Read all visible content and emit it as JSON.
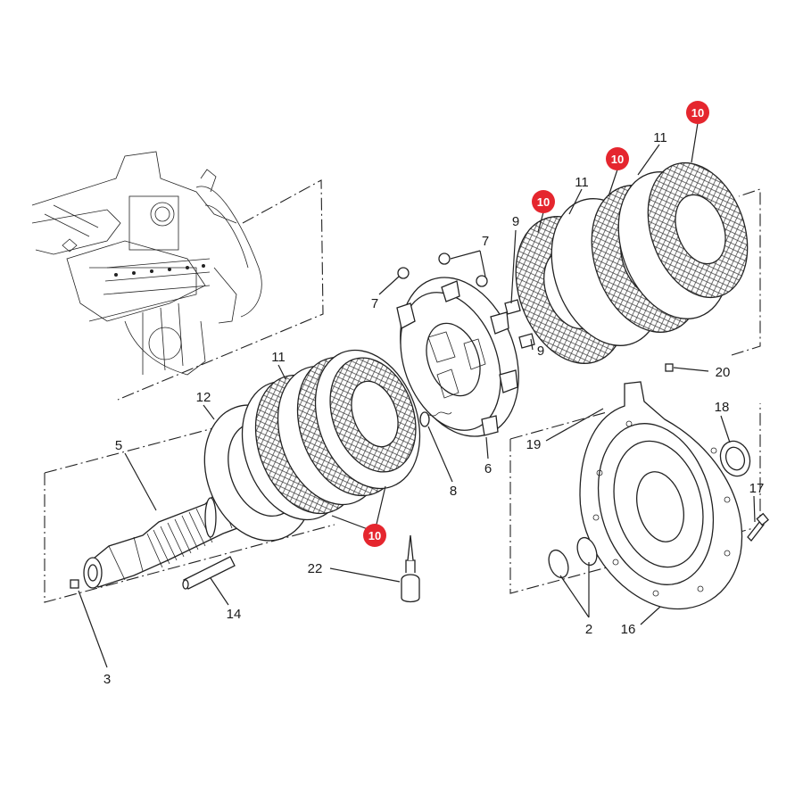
{
  "diagram": {
    "highlight_color": "#e5262e",
    "callouts": [
      {
        "id": "c10a",
        "text": "10",
        "highlighted": true
      },
      {
        "id": "c10b",
        "text": "10",
        "highlighted": true
      },
      {
        "id": "c10c",
        "text": "10",
        "highlighted": true
      },
      {
        "id": "c10d",
        "text": "10",
        "highlighted": true
      },
      {
        "id": "c11a",
        "text": "11"
      },
      {
        "id": "c11b",
        "text": "11"
      },
      {
        "id": "c11c",
        "text": "11"
      },
      {
        "id": "c9a",
        "text": "9"
      },
      {
        "id": "c9b",
        "text": "9"
      },
      {
        "id": "c7a",
        "text": "7"
      },
      {
        "id": "c7b",
        "text": "7"
      },
      {
        "id": "c20",
        "text": "20"
      },
      {
        "id": "c18",
        "text": "18"
      },
      {
        "id": "c19",
        "text": "19"
      },
      {
        "id": "c17",
        "text": "17"
      },
      {
        "id": "c16",
        "text": "16"
      },
      {
        "id": "c2",
        "text": "2"
      },
      {
        "id": "c6",
        "text": "6"
      },
      {
        "id": "c8",
        "text": "8"
      },
      {
        "id": "c12",
        "text": "12"
      },
      {
        "id": "c5",
        "text": "5"
      },
      {
        "id": "c22",
        "text": "22"
      },
      {
        "id": "c14",
        "text": "14"
      },
      {
        "id": "c3",
        "text": "3"
      }
    ]
  }
}
